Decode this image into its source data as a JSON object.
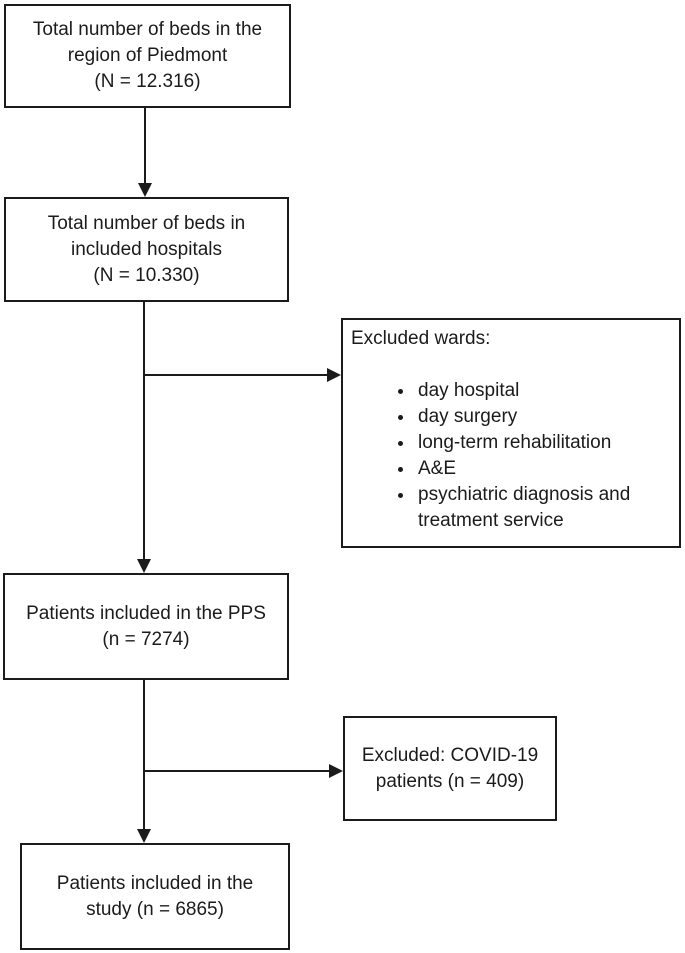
{
  "diagram": {
    "style": {
      "background": "#ffffff",
      "line_color": "#1b1b1b",
      "text_color": "#1b1b1b"
    },
    "boxes": {
      "region_beds": {
        "lines": [
          "Total number of beds in the",
          "region of Piedmont",
          "(N = 12.316)"
        ]
      },
      "hospital_beds": {
        "lines": [
          "Total number of beds in",
          "included hospitals",
          "(N = 10.330)"
        ]
      },
      "excluded_wards": {
        "title": "Excluded wards:",
        "items": [
          "day hospital",
          "day surgery",
          "long-term rehabilitation",
          "A&E",
          "psychiatric diagnosis and treatment service"
        ]
      },
      "pps_patients": {
        "lines": [
          "Patients included in the PPS",
          "(n = 7274)"
        ]
      },
      "excluded_covid": {
        "lines": [
          "Excluded: COVID-19",
          "patients (n = 409)"
        ]
      },
      "study_patients": {
        "lines": [
          "Patients included in the",
          "study (n = 6865)"
        ]
      }
    }
  }
}
